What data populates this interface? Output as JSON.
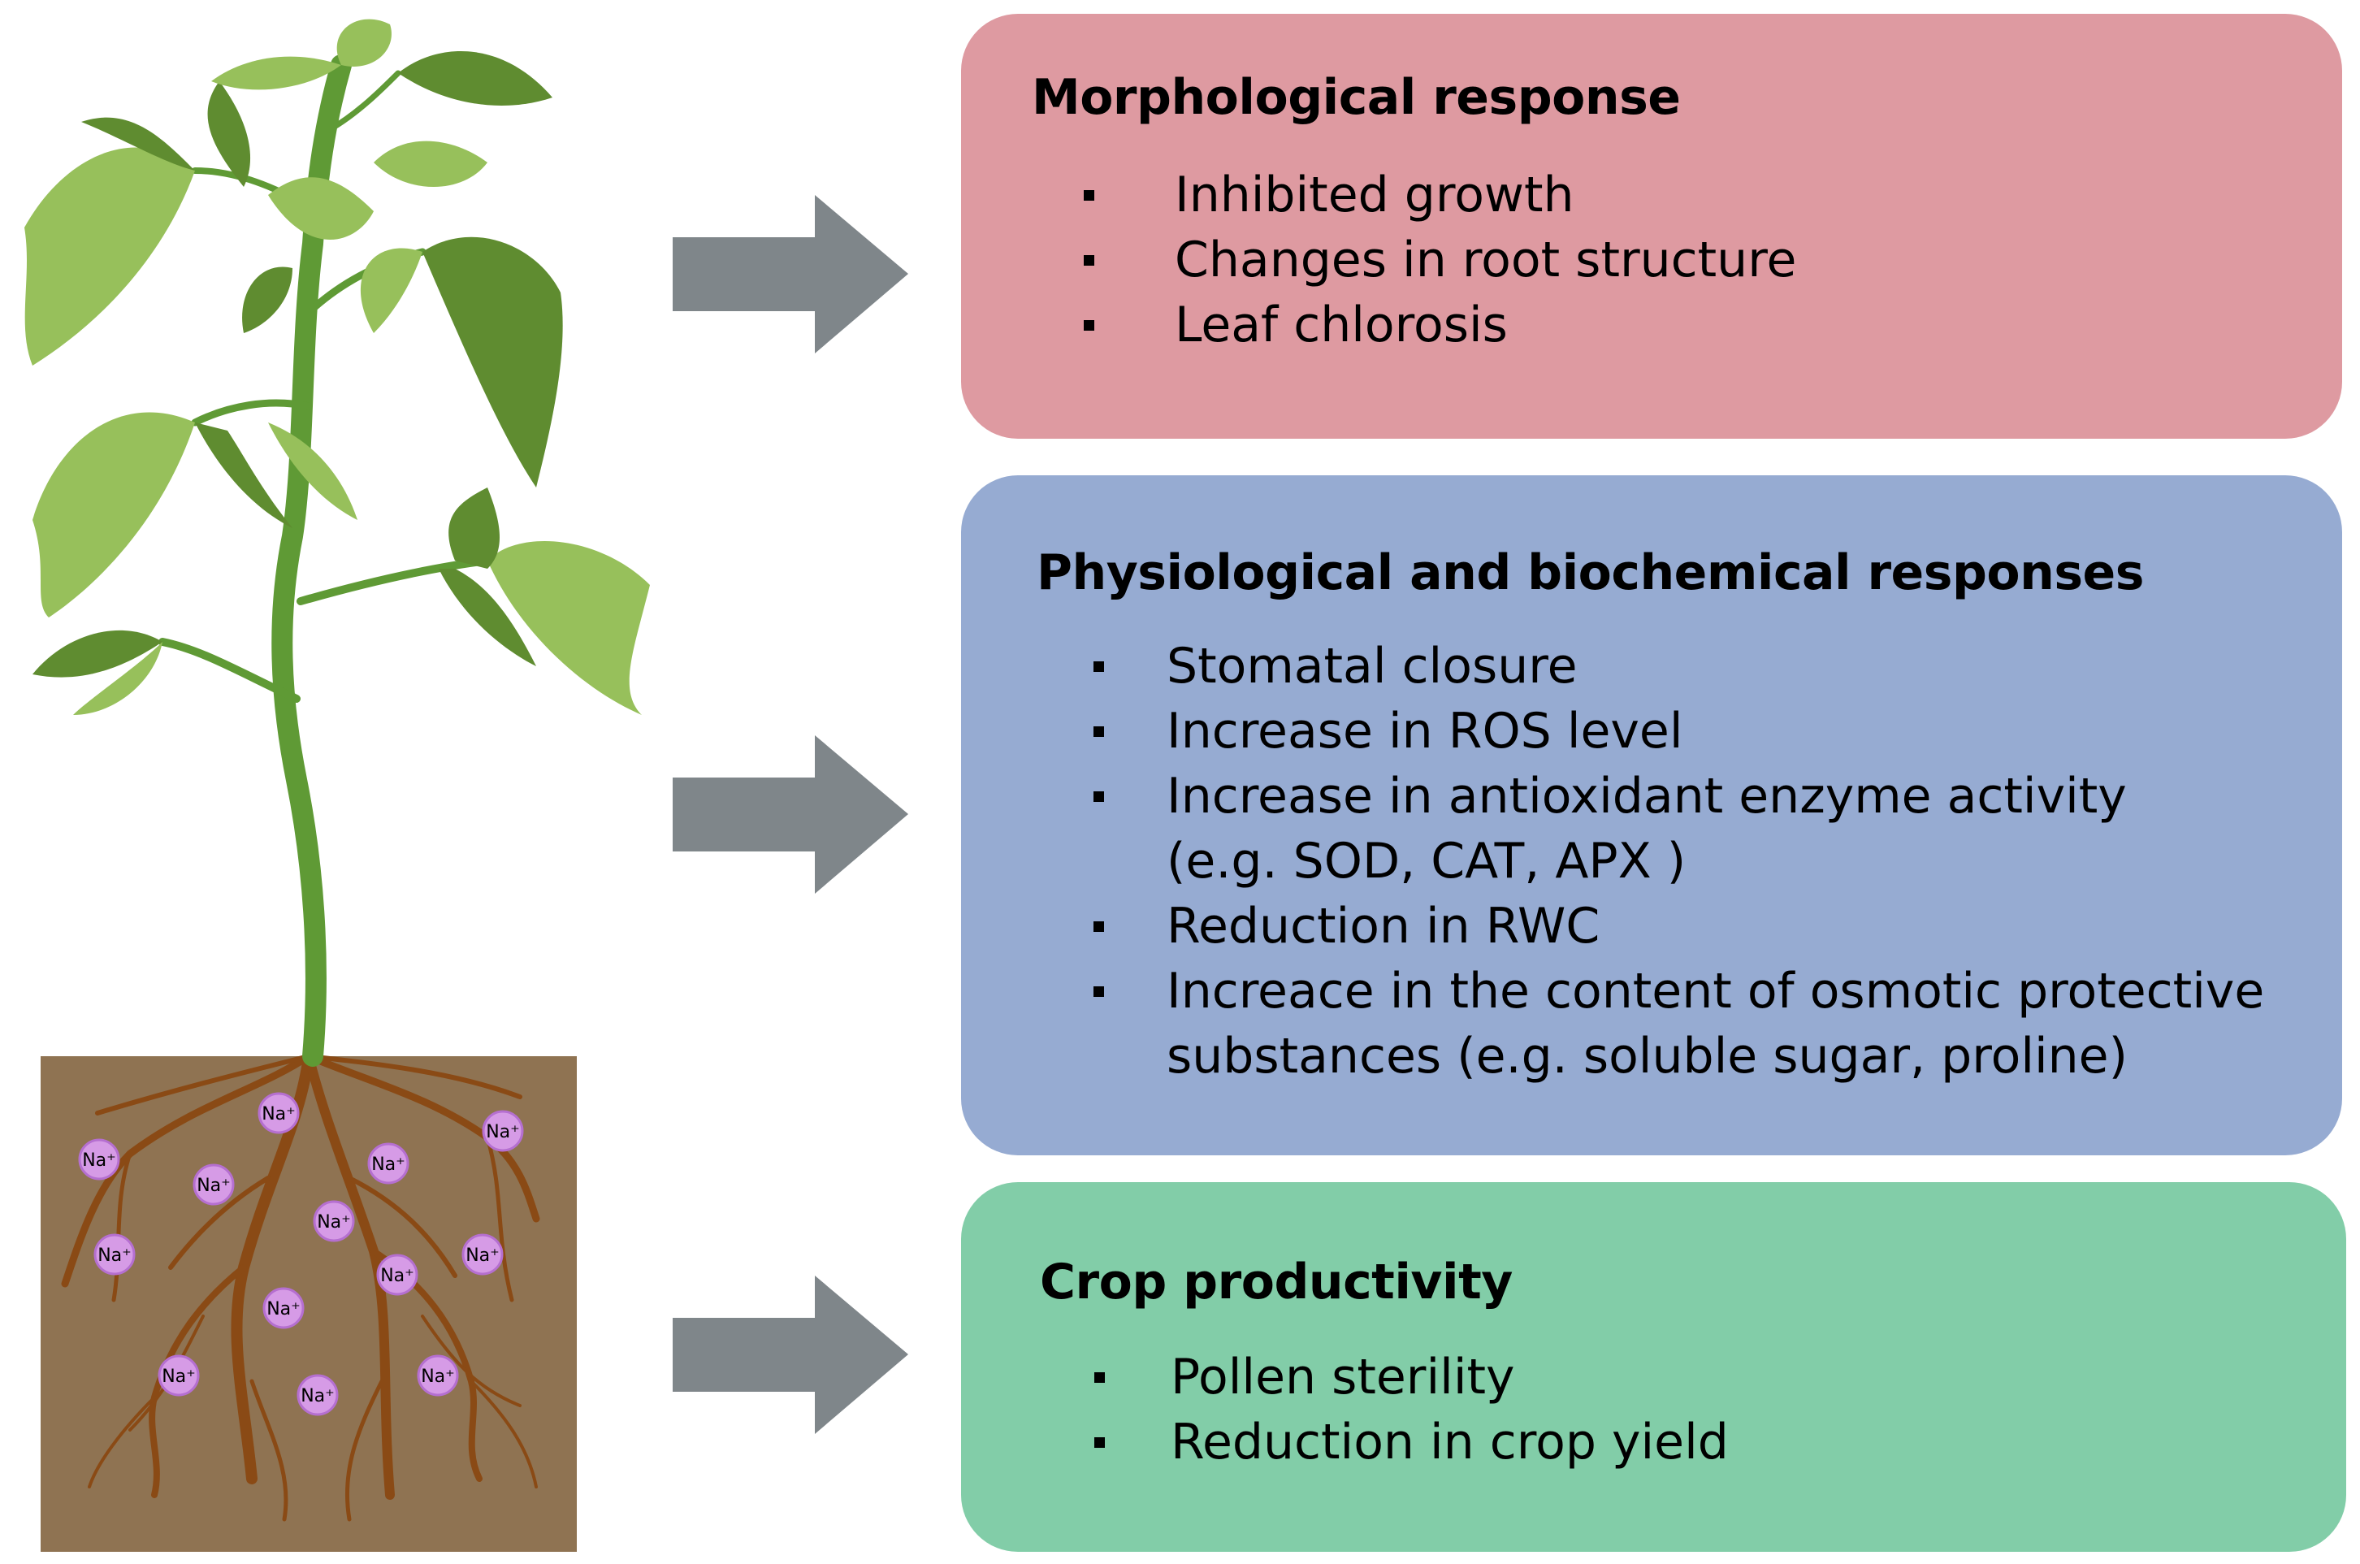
{
  "colors": {
    "morphological_bg": "#de9aa1",
    "physiological_bg": "#96abd2",
    "crop_bg": "#82cda8",
    "arrow": "#7f868a",
    "soil": "#8f7352",
    "root": "#8a4a15",
    "ion_fill": "#d69be6",
    "ion_stroke": "#b56fd0",
    "stem": "#5f9a35",
    "leaf_light": "#97c05b",
    "leaf_dark": "#5f8c30"
  },
  "plant": {
    "ion_label": "Na⁺"
  },
  "morphological": {
    "title": "Morphological response",
    "items": [
      "Inhibited growth",
      "Changes in root structure",
      "Leaf chlorosis"
    ]
  },
  "physiological": {
    "title": "Physiological and biochemical responses",
    "items": [
      "Stomatal closure",
      "Increase in ROS level",
      "Increase in antioxidant enzyme activity",
      "(e.g. SOD, CAT, APX )",
      "Reduction in RWC",
      "Increace in the content of osmotic protective",
      "substances (e.g. soluble sugar, proline)"
    ]
  },
  "crop": {
    "title": "Crop productivity",
    "items": [
      "Pollen sterility",
      "Reduction in crop yield"
    ]
  }
}
